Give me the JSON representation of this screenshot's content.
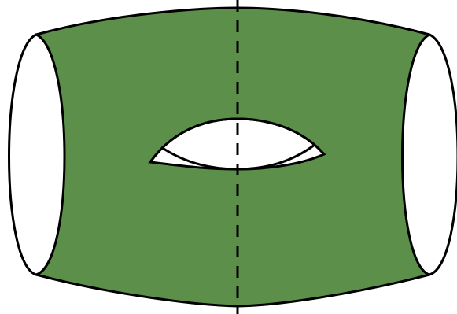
{
  "figure": {
    "description_visible_text": [],
    "colors": {
      "surface_fill": "#5b8f4a",
      "outline": "#000000",
      "boundary_hole_fill": "#ffffff",
      "handle_hole_fill": "#ffffff",
      "background": "#ffffff"
    },
    "elements": {
      "surface": "green-surface",
      "left_boundary": "left-boundary-ellipse",
      "right_boundary": "right-boundary-ellipse",
      "handle_hole": "center-handle-hole",
      "symmetry_axis": "dashed-symmetry-axis"
    }
  }
}
